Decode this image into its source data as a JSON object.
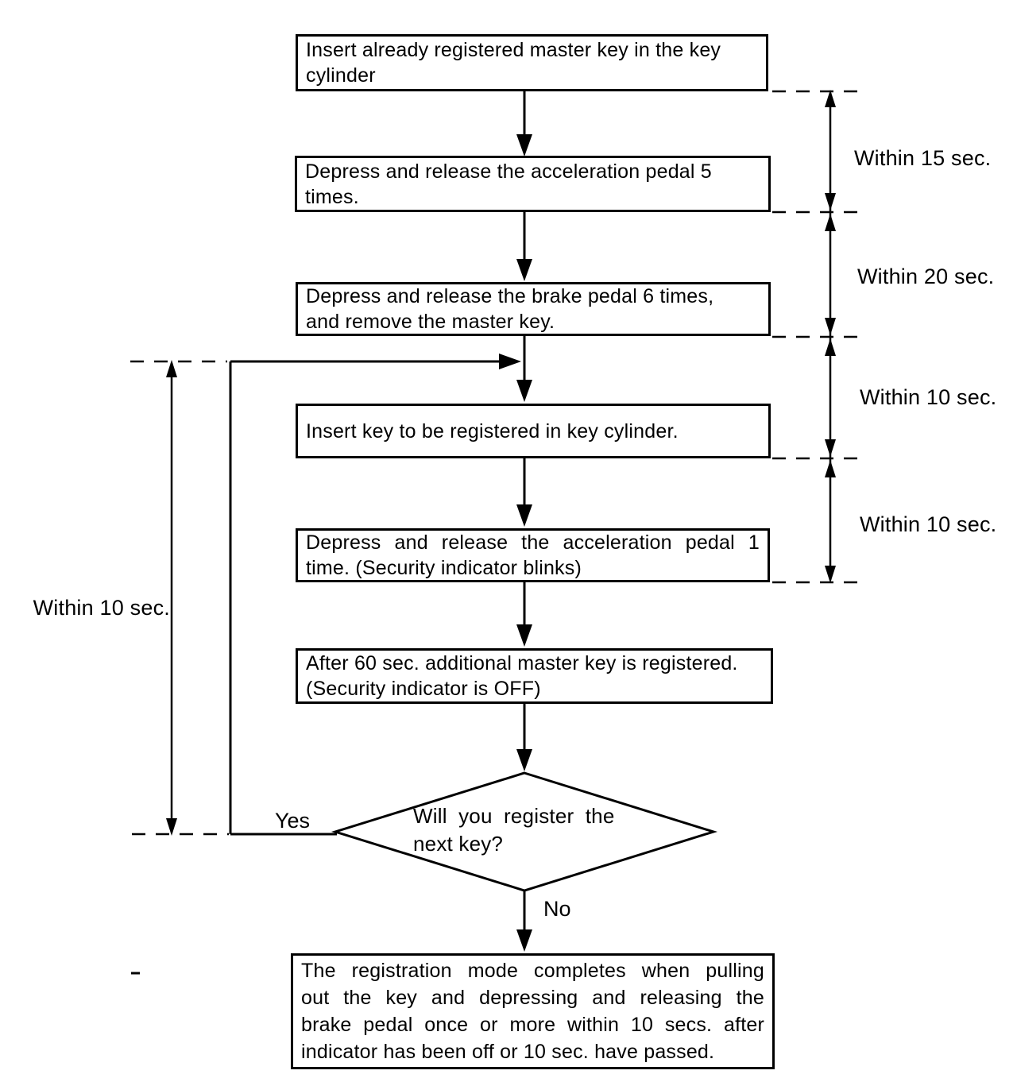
{
  "diagram": {
    "boxes": [
      {
        "lines": [
          "Insert already registered master key in the key",
          "cylinder"
        ]
      },
      {
        "lines": [
          "Depress and release the acceleration pedal 5",
          "times."
        ]
      },
      {
        "lines": [
          "Depress and release the brake pedal 6 times,",
          "and remove the master key."
        ]
      },
      {
        "lines": [
          "Insert key to be registered in key cylinder."
        ]
      },
      {
        "lines": [
          "Depress and release the acceleration pedal 1",
          "time. (Security indicator blinks)"
        ]
      },
      {
        "lines": [
          "After 60 sec. additional master key is registered.",
          "(Security indicator is OFF)"
        ]
      },
      {
        "lines": [
          "The registration mode completes when pulling",
          "out the key and depressing and releasing the",
          "brake pedal once or more within 10 secs. after",
          "indicator has been off or 10 sec. have passed."
        ]
      }
    ],
    "decision": {
      "lines": [
        "Will you register the",
        "next key?"
      ],
      "yes_label": "Yes",
      "no_label": "No"
    },
    "timing": {
      "right": [
        "Within 15 sec.",
        "Within 20 sec.",
        "Within 10 sec.",
        "Within 10 sec."
      ],
      "left": "Within 10 sec."
    },
    "colors": {
      "ink": "#000000",
      "background": "#ffffff"
    }
  }
}
